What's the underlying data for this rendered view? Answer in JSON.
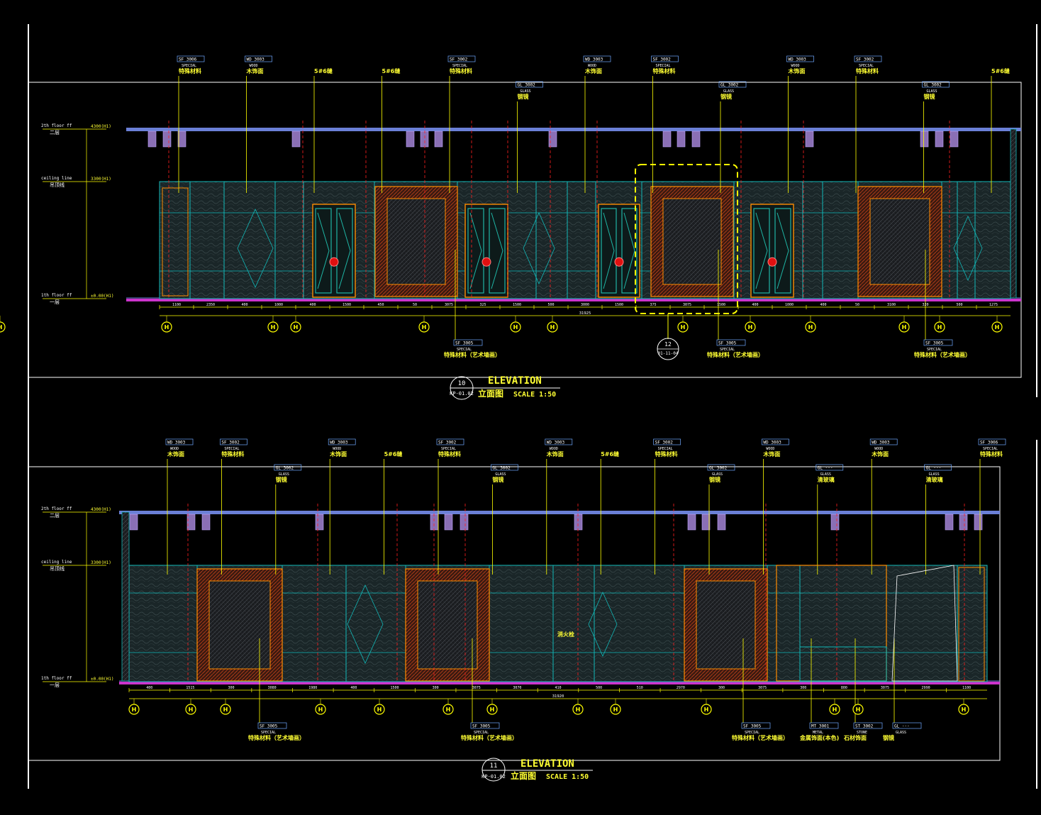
{
  "colors": {
    "background": "#000000",
    "frame": "#ffffff",
    "wall": "#12b8b8",
    "panel_fill": "#1a2326",
    "trim": "#ff8c00",
    "door_frame": "#ff8c00",
    "door_glass": "#1fb5a5",
    "door_knob": "#e01010",
    "slab": "#6a7fd6",
    "floor_line": "#cc33cc",
    "light": "#8a6fb5",
    "leader": "#ffff00",
    "red_line": "#ff2020",
    "green_line": "#22cc55",
    "text": "#ffffff",
    "text_yellow": "#ffff33",
    "dim": "#ffff00",
    "axis_circle": "#ffff00",
    "selection": "#ffff00"
  },
  "elevation_10": {
    "title": "ELEVATION",
    "subtitle_cn": "立面图",
    "scale_label": "SCALE  1:50",
    "ref_num": "10",
    "ref_sheet": "KP-01.02",
    "level_labels": [
      {
        "cn": "二层",
        "en": "2th floor  ff",
        "elev": "4300(H1)"
      },
      {
        "cn": "吊顶线",
        "en": "ceiling line",
        "elev": "3300(H1)"
      },
      {
        "cn": "一层",
        "en": "1th floor  ff",
        "elev": "±0.00(H1)"
      }
    ],
    "callouts_top": [
      {
        "code": "SF  3006",
        "en": "SPECIAL",
        "cn": "特殊材料"
      },
      {
        "code": "WD  3003",
        "en": "WOOD",
        "cn": "木饰面"
      },
      {
        "code": "",
        "en": "",
        "cn": "5#6缝"
      },
      {
        "code": "",
        "en": "",
        "cn": "5#6缝"
      },
      {
        "code": "SF  3002",
        "en": "SPECIAL",
        "cn": "特殊材料"
      },
      {
        "code": "GL  3002",
        "en": "GLASS",
        "cn": "钢镜"
      },
      {
        "code": "WD  3003",
        "en": "WOOD",
        "cn": "木饰面"
      },
      {
        "code": "SF  3002",
        "en": "SPECIAL",
        "cn": "特殊材料"
      },
      {
        "code": "GL  3002",
        "en": "GLASS",
        "cn": "钢镜"
      },
      {
        "code": "WD  3003",
        "en": "WOOD",
        "cn": "木饰面"
      },
      {
        "code": "SF  3002",
        "en": "SPECIAL",
        "cn": "特殊材料"
      },
      {
        "code": "GL  3002",
        "en": "GLASS",
        "cn": "钢镜"
      },
      {
        "code": "",
        "en": "",
        "cn": "5#6缝"
      }
    ],
    "callouts_bottom": [
      {
        "code": "SF  3005",
        "en": "SPECIAL",
        "cn": "特殊材料（艺术墙画）"
      },
      {
        "code": "SF  3005",
        "en": "SPECIAL",
        "cn": "特殊材料（艺术墙画）"
      },
      {
        "code": "SF  3005",
        "en": "SPECIAL",
        "cn": "特殊材料（艺术墙画）"
      }
    ],
    "section_mark": {
      "num": "12",
      "sheet": "01-11-04"
    },
    "dims": [
      "1100",
      "2350",
      "400",
      "1000",
      "400",
      "1500",
      "450",
      "50",
      "3075",
      "325",
      "1500",
      "500",
      "3000",
      "1500",
      "375",
      "3075",
      "1500",
      "400",
      "1000",
      "400",
      "50",
      "3100",
      "320",
      "500",
      "1275"
    ],
    "total_dim": "31925",
    "axes": [
      "H",
      "H",
      "H",
      "H",
      "H",
      "H",
      "H",
      "H",
      "H",
      "H",
      "H",
      "H",
      "H"
    ]
  },
  "elevation_11": {
    "title": "ELEVATION",
    "subtitle_cn": "立面图",
    "scale_label": "SCALE  1:50",
    "ref_num": "11",
    "ref_sheet": "KP-01.02",
    "level_labels": [
      {
        "cn": "二层",
        "en": "2th floor  ff",
        "elev": "4300(H1)"
      },
      {
        "cn": "吊顶线",
        "en": "ceiling line",
        "elev": "3300(H1)"
      },
      {
        "cn": "一层",
        "en": "1th floor  ff",
        "elev": "±0.00(H1)"
      }
    ],
    "callouts_top": [
      {
        "code": "WD  3003",
        "en": "WOOD",
        "cn": "木饰面"
      },
      {
        "code": "SF  3002",
        "en": "SPECIAL",
        "cn": "特殊材料"
      },
      {
        "code": "GL  3002",
        "en": "GLASS",
        "cn": "钢镜"
      },
      {
        "code": "WD  3003",
        "en": "WOOD",
        "cn": "木饰面"
      },
      {
        "code": "",
        "en": "",
        "cn": "5#6缝"
      },
      {
        "code": "SF  3002",
        "en": "SPECIAL",
        "cn": "特殊材料"
      },
      {
        "code": "GL  3002",
        "en": "GLASS",
        "cn": "钢镜"
      },
      {
        "code": "WD  3003",
        "en": "WOOD",
        "cn": "木饰面"
      },
      {
        "code": "",
        "en": "",
        "cn": "5#6缝"
      },
      {
        "code": "SF  3002",
        "en": "SPECIAL",
        "cn": "特殊材料"
      },
      {
        "code": "GL  3002",
        "en": "GLASS",
        "cn": "钢镜"
      },
      {
        "code": "WD  3003",
        "en": "WOOD",
        "cn": "木饰面"
      },
      {
        "code": "GL  ---",
        "en": "GLASS",
        "cn": "清玻璃"
      },
      {
        "code": "WD  3003",
        "en": "WOOD",
        "cn": "木饰面"
      },
      {
        "code": "GL  ---",
        "en": "GLASS",
        "cn": "清玻璃"
      },
      {
        "code": "SF  3006",
        "en": "SPECIAL",
        "cn": "特殊材料"
      }
    ],
    "callouts_bottom": [
      {
        "code": "SF  3005",
        "en": "SPECIAL",
        "cn": "特殊材料（艺术墙画）"
      },
      {
        "code": "SF  3005",
        "en": "SPECIAL",
        "cn": "特殊材料（艺术墙画）"
      },
      {
        "code": "SF  3005",
        "en": "SPECIAL",
        "cn": "特殊材料（艺术墙画）"
      },
      {
        "code": "MT  3001",
        "en": "METAL",
        "cn": "金属饰面(本色)"
      },
      {
        "code": "ST  3002",
        "en": "STONE",
        "cn": "石材饰面"
      },
      {
        "code": "GL  ---",
        "en": "GLASS",
        "cn": "钢镜"
      }
    ],
    "inner_label": "消火栓",
    "dims": [
      "400",
      "1515",
      "300",
      "3080",
      "1980",
      "400",
      "1500",
      "300",
      "3075",
      "3070",
      "410",
      "500",
      "510",
      "2970",
      "300",
      "3075",
      "300",
      "800",
      "3075",
      "2990",
      "1100"
    ],
    "total_dim": "31920",
    "axes": [
      "H",
      "H",
      "H",
      "H",
      "H",
      "H",
      "H",
      "H",
      "H",
      "H",
      "H",
      "H",
      "H"
    ]
  }
}
